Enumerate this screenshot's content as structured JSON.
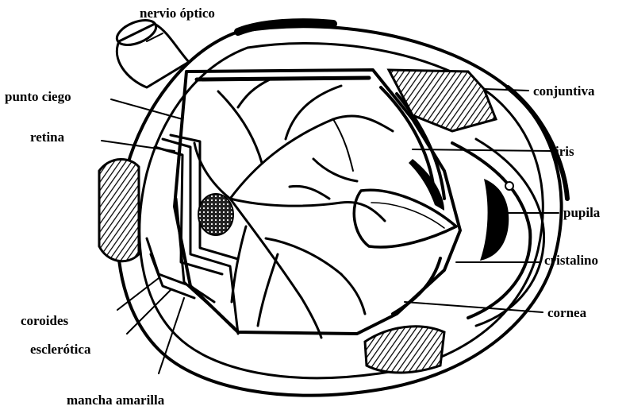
{
  "labels": {
    "nervio_optico": "nervio óptico",
    "punto_ciego": "punto ciego",
    "retina": "retina",
    "conjuntiva": "conjuntiva",
    "iris": "iris",
    "pupila": "pupila",
    "cristalino": "cristalino",
    "cornea": "cornea",
    "coroides": "coroides",
    "esclerotica": "esclerótica",
    "mancha_amarilla": "mancha amarilla"
  },
  "colors": {
    "ink": "#000000",
    "background": "#ffffff"
  }
}
